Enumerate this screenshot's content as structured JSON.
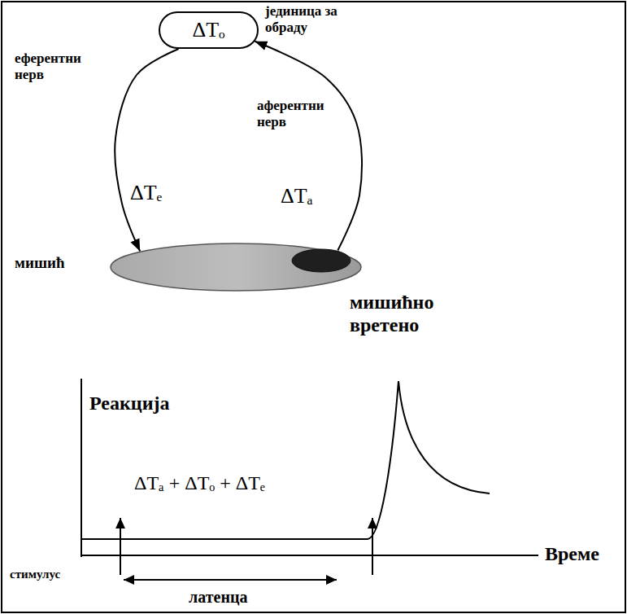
{
  "diagram": {
    "nodes": [
      {
        "text": [
          "ΔTₒ"
        ]
      },
      {
        "text": [
          "мишић"
        ]
      },
      {
        "text": [
          "мишићно вретено"
        ],
        "in": 1
      }
    ],
    "edges": [
      {
        "from": 0,
        "to": 1,
        "arrow": "to",
        "label": "ΔTₑ"
      },
      {
        "from": 2,
        "to": 0,
        "arrow": "to",
        "label": "ΔTₐ"
      }
    ],
    "labels": [
      "јединица за обраду",
      "еферентни нерв",
      "аферентни нерв",
      "Реакција",
      "ΔTₐ + ΔTₒ + ΔTₑ",
      "Време",
      "стимулус",
      "латенца"
    ]
  }
}
